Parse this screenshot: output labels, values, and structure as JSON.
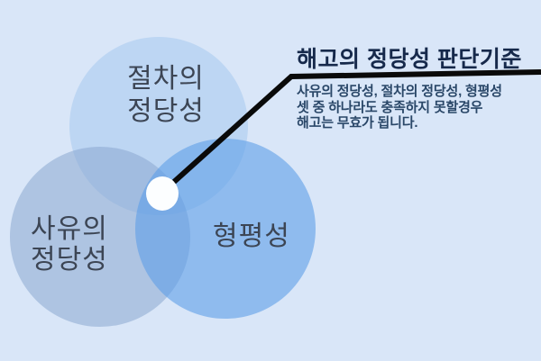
{
  "palette": {
    "background": "#d9e6f8",
    "callout_line": "#0a0a0a",
    "center_dot": "#fcfeff",
    "title_text": "#16294b",
    "body_text": "#2a4768",
    "label_text": "#3c4554"
  },
  "callout": {
    "title": "해고의 정당성 판단기준",
    "body_lines": [
      "사유의 정당성, 절차의 정당성, 형평성",
      "셋 중 하나라도 충족하지 못할경우",
      "해고는 무효가 됩니다."
    ]
  },
  "venn": {
    "circles": [
      {
        "name": "procedural-legitimacy",
        "label_lines": [
          "절차의",
          "정당성"
        ],
        "fill": "#a5c8ee",
        "opacity": "0.55"
      },
      {
        "name": "reason-legitimacy",
        "label_lines": [
          "사유의",
          "정당성"
        ],
        "fill": "#8aa7d0",
        "opacity": "0.55"
      },
      {
        "name": "equity",
        "label_lines": [
          "형평성"
        ],
        "fill": "#5d9fe7",
        "opacity": "0.6"
      }
    ]
  }
}
